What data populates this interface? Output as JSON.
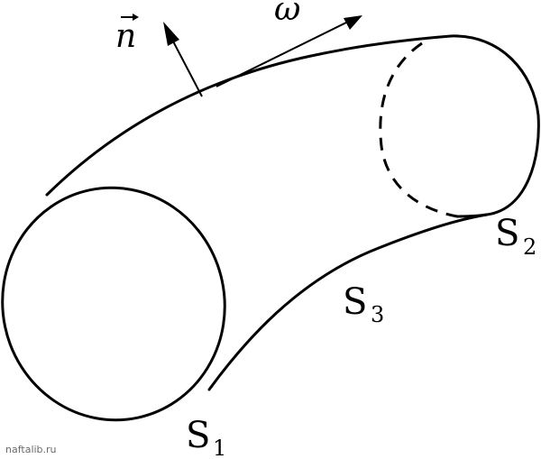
{
  "labels": {
    "normal_vector": {
      "letter": "n"
    },
    "omega": {
      "letter": "ω"
    },
    "s1": {
      "base": "S",
      "index": "1"
    },
    "s2": {
      "base": "S",
      "index": "2"
    },
    "s3": {
      "base": "S",
      "index": "3"
    }
  },
  "watermark": "naftalib.ru",
  "colors": {
    "line": "#000000",
    "background": "#ffffff",
    "watermark": "#6a6a6a"
  }
}
